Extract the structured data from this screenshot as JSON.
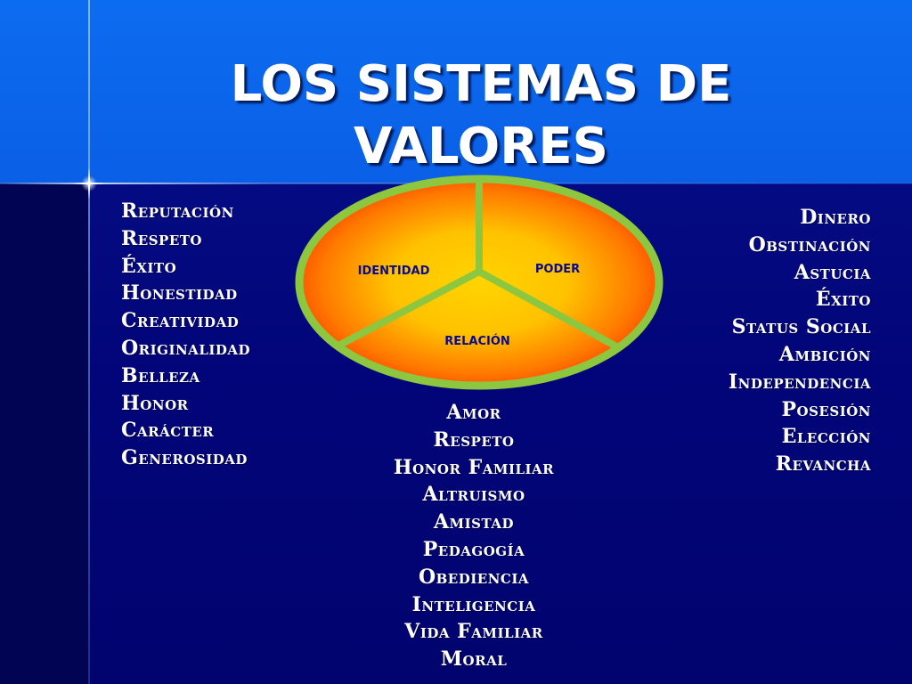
{
  "title": {
    "line1": "LOS SISTEMAS DE",
    "line2": "VALORES"
  },
  "diagram": {
    "segments": [
      {
        "label": "identidad"
      },
      {
        "label": "poder"
      },
      {
        "label": "relación"
      }
    ],
    "colors": {
      "ring": "#8dc63f",
      "outer_fill": "#ff4a00",
      "inner_fill": "#ffc800"
    }
  },
  "lists": {
    "identidad": [
      "Reputación",
      "Respeto",
      "Éxito",
      "Honestidad",
      "Creatividad",
      "Originalidad",
      "Belleza",
      "Honor",
      "Carácter",
      "Generosidad"
    ],
    "poder": [
      "Dinero",
      "Obstinación",
      "Astucia",
      "Éxito",
      "Status Social",
      "Ambición",
      "Independencia",
      "Posesión",
      "Elección",
      "Revancha"
    ],
    "relacion": [
      "Amor",
      "Respeto",
      "Honor Familiar",
      "Altruismo",
      "Amistad",
      "Pedagogía",
      "Obediencia",
      "Inteligencia",
      "Vida Familiar",
      "Moral"
    ]
  },
  "colors": {
    "header": "#0a62e8",
    "background": "#02067a",
    "text": "#ffffff"
  }
}
